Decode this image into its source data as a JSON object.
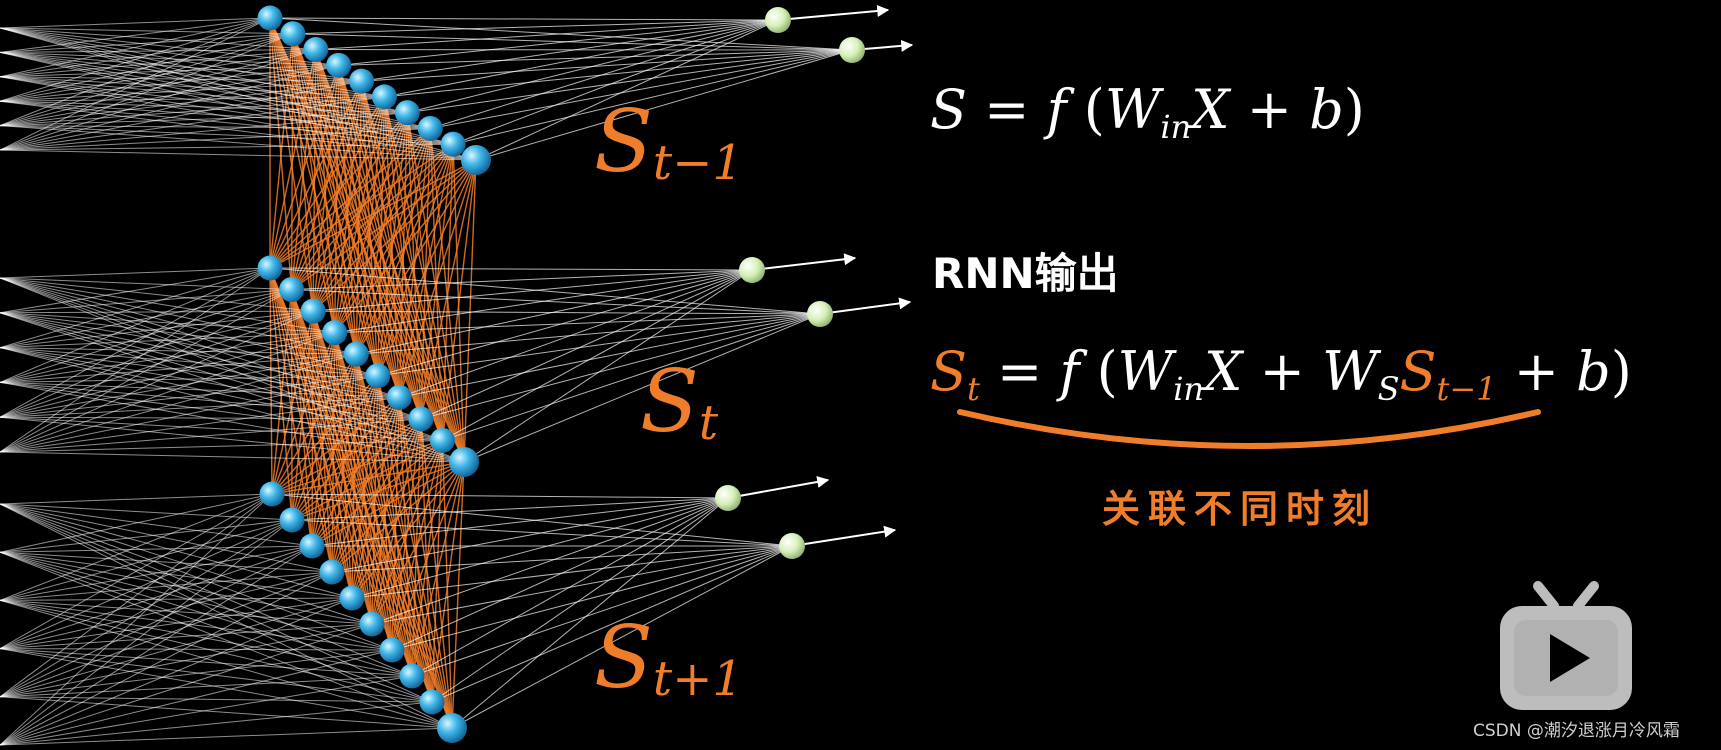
{
  "layers": [
    {
      "label_main": "S",
      "label_sub": "t−1"
    },
    {
      "label_main": "S",
      "label_sub": "t"
    },
    {
      "label_main": "S",
      "label_sub": "t+1"
    }
  ],
  "equation1": {
    "lhs": "S",
    "eq": " = ",
    "f": "f",
    "open": " (",
    "w": "W",
    "w_sub": "in",
    "x": "X",
    "plus": " + ",
    "b": "b",
    "close": ")"
  },
  "rnn_title": "RNN输出",
  "equation2": {
    "lhs": "S",
    "lhs_sub": "t",
    "eq": " = ",
    "f": "f",
    "open": " (",
    "w": "W",
    "w_sub": "in",
    "x": "X",
    "plus1": " + ",
    "ws": "W",
    "ws_sub": "S",
    "s": "S",
    "s_sub": "t−1",
    "plus2": " + ",
    "b": "b",
    "close": ")"
  },
  "note": "关联不同时刻",
  "watermark": "CSDN @潮汐退涨月冷风霜",
  "colors": {
    "background": "#000000",
    "node": "#3fb6e8",
    "output_node": "#d6f0b8",
    "recurrent": "#f07d2a",
    "connection": "#ffffff",
    "logo": "#bdbdbd"
  },
  "icons": {
    "logo": "bilibili-tv-logo"
  }
}
